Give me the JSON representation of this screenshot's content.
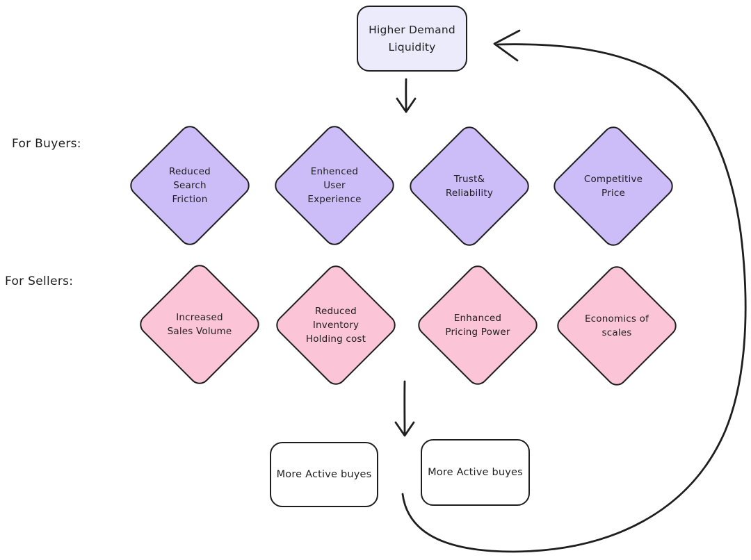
{
  "canvas": {
    "background": "#ffffff",
    "stroke_color": "#1e1e1e",
    "buyer_fill": "#ccbcf8",
    "seller_fill": "#fbc4d7",
    "top_box_fill": "#ebebfb"
  },
  "top_box": {
    "label": "Higher Demand\nLiquidity"
  },
  "labels": {
    "buyers": "For Buyers:",
    "sellers": "For Sellers:"
  },
  "buyer_diamonds": [
    {
      "label": "Reduced\nSearch\nFriction"
    },
    {
      "label": "Enhenced\nUser\nExperience"
    },
    {
      "label": "Trust&\nReliability"
    },
    {
      "label": "Competitive\nPrice"
    }
  ],
  "seller_diamonds": [
    {
      "label": "Increased\nSales Volume"
    },
    {
      "label": "Reduced\nInventory\nHolding cost"
    },
    {
      "label": "Enhanced\nPricing Power"
    },
    {
      "label": "Economics of\nscales"
    }
  ],
  "bottom_boxes": [
    {
      "label": "More Active buyes"
    },
    {
      "label": "More Active buyes"
    }
  ],
  "arrows": [
    {
      "name": "top-box-to-buyers",
      "type": "straight-down"
    },
    {
      "name": "sellers-to-bottom-boxes",
      "type": "straight-down"
    },
    {
      "name": "feedback-loop-to-top-box",
      "type": "curved"
    }
  ]
}
